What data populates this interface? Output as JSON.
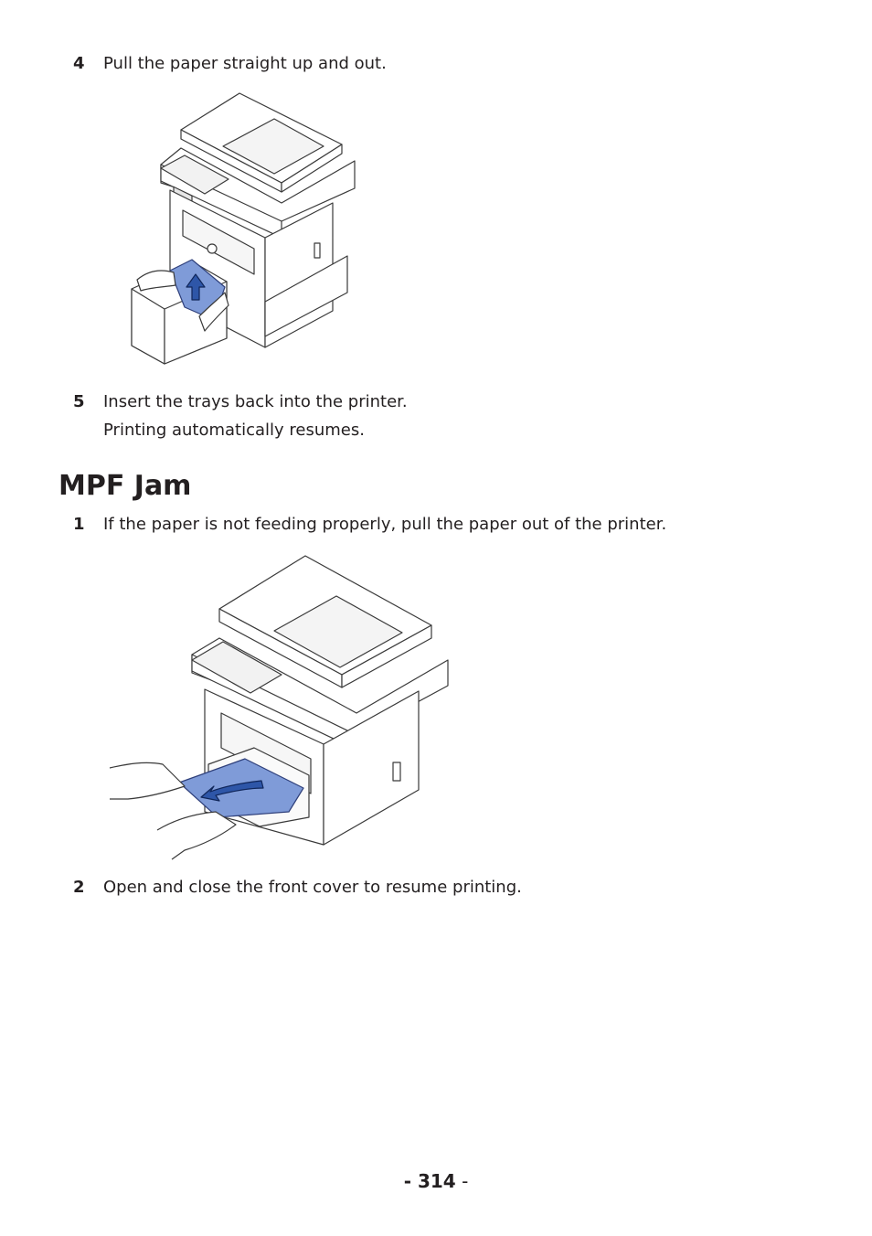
{
  "steps_top": [
    {
      "number": "4",
      "text": "Pull the paper straight up and out."
    },
    {
      "number": "5",
      "text": "Insert the trays back into the printer.",
      "note": "Printing automatically resumes."
    }
  ],
  "section": {
    "title": "MPF Jam",
    "steps": [
      {
        "number": "1",
        "text": "If the paper is not feeding properly, pull the paper out of the printer."
      },
      {
        "number": "2",
        "text": "Open and close the front cover to resume printing."
      }
    ]
  },
  "footer": {
    "page_number": "314",
    "dash": "-"
  },
  "colors": {
    "paper_blue": "#7f9bd8",
    "arrow_blue": "#2e56a8",
    "line": "#3a3a3a"
  }
}
